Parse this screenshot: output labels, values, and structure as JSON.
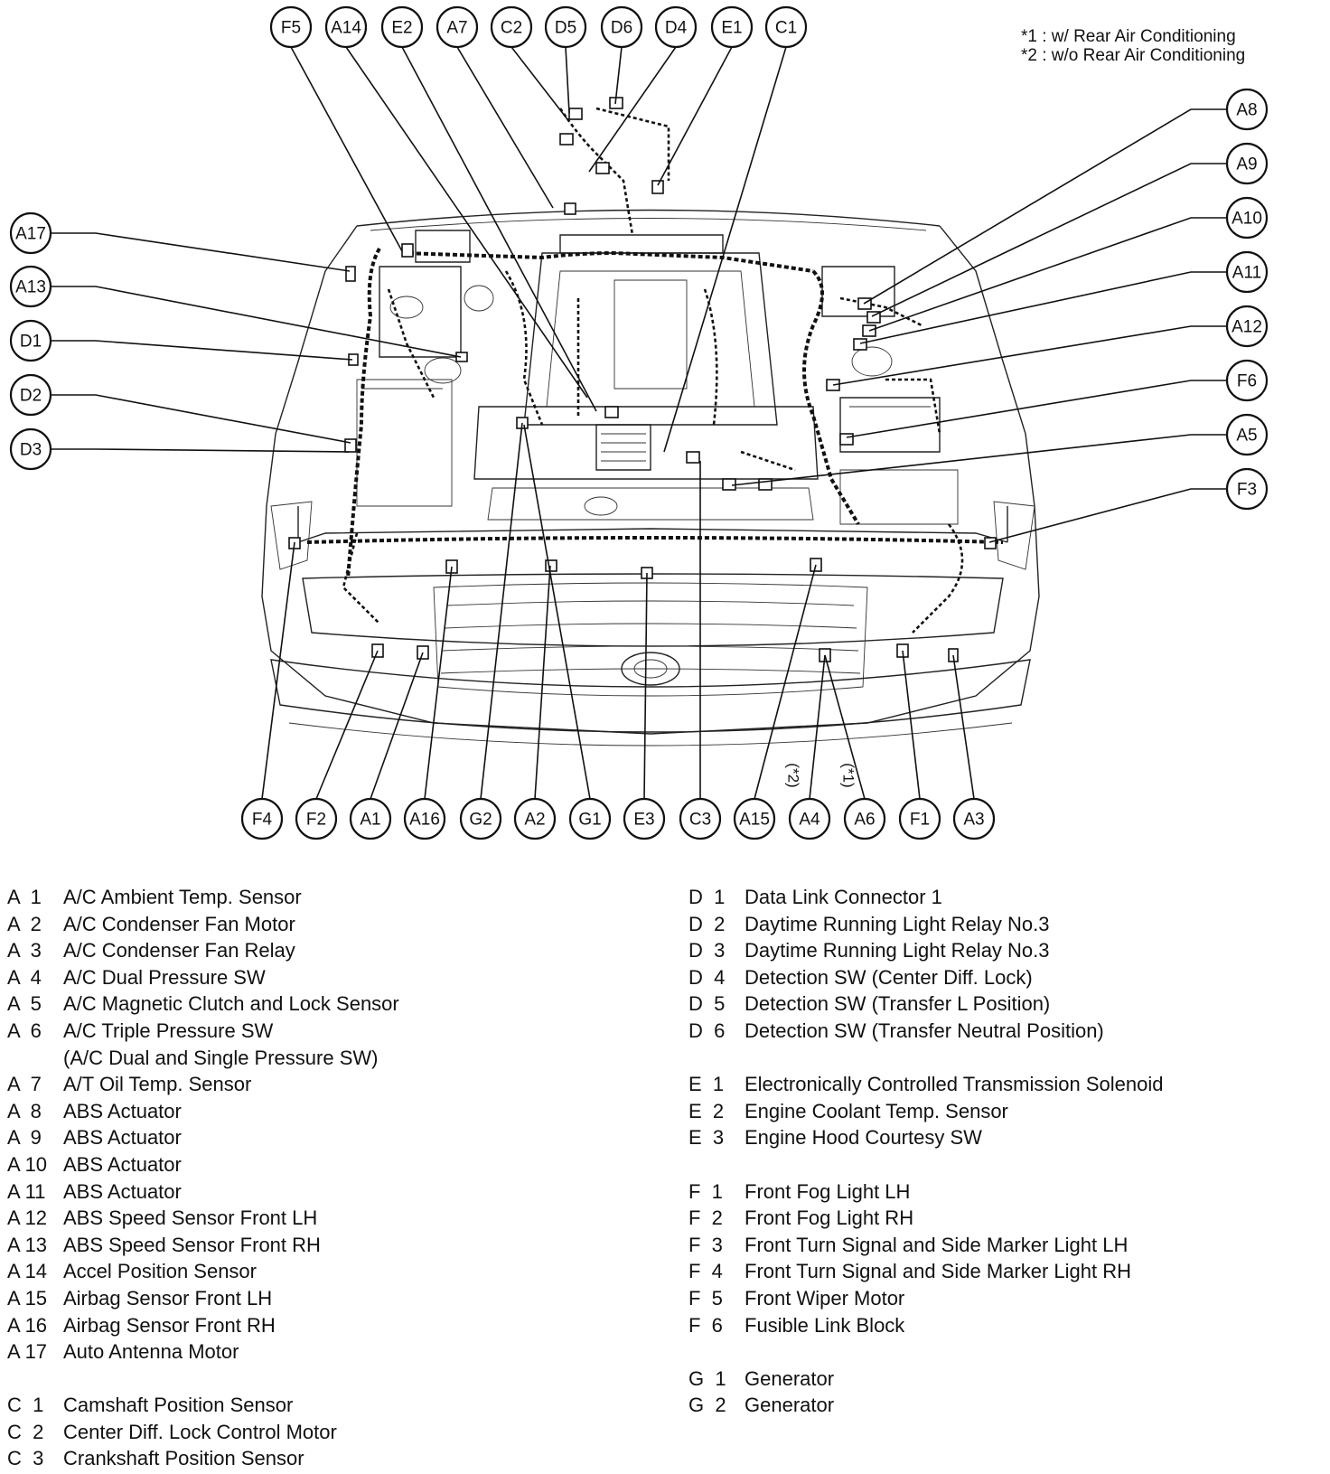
{
  "notes": [
    {
      "mark": "*1",
      "text": ": w/ Rear Air Conditioning"
    },
    {
      "mark": "*2",
      "text": ": w/o Rear Air Conditioning"
    }
  ],
  "callouts": {
    "top": [
      "F5",
      "A14",
      "E2",
      "A7",
      "C2",
      "D5",
      "D6",
      "D4",
      "E1",
      "C1"
    ],
    "left": [
      "A17",
      "A13",
      "D1",
      "D2",
      "D3"
    ],
    "right": [
      "A8",
      "A9",
      "A10",
      "A11",
      "A12",
      "F6",
      "A5",
      "F3"
    ],
    "bottom": [
      "F4",
      "F2",
      "A1",
      "A16",
      "G2",
      "A2",
      "G1",
      "E3",
      "C3",
      "A15",
      "A4",
      "A6",
      "F1",
      "A3"
    ]
  },
  "callout_marks": {
    "A4": "(*2)",
    "A6": "(*1)"
  },
  "legend_left": [
    {
      "code": "A  1",
      "desc": "A/C Ambient Temp. Sensor"
    },
    {
      "code": "A  2",
      "desc": "A/C Condenser Fan Motor"
    },
    {
      "code": "A  3",
      "desc": "A/C Condenser Fan Relay"
    },
    {
      "code": "A  4",
      "desc": "A/C Dual Pressure SW"
    },
    {
      "code": "A  5",
      "desc": "A/C Magnetic Clutch and Lock Sensor"
    },
    {
      "code": "A  6",
      "desc": "A/C Triple Pressure SW"
    },
    {
      "code": "",
      "desc": "(A/C Dual and Single Pressure SW)"
    },
    {
      "code": "A  7",
      "desc": "A/T Oil Temp. Sensor"
    },
    {
      "code": "A  8",
      "desc": "ABS Actuator"
    },
    {
      "code": "A  9",
      "desc": "ABS Actuator"
    },
    {
      "code": "A 10",
      "desc": "ABS Actuator"
    },
    {
      "code": "A 11",
      "desc": "ABS Actuator"
    },
    {
      "code": "A 12",
      "desc": "ABS Speed Sensor Front LH"
    },
    {
      "code": "A 13",
      "desc": "ABS Speed Sensor Front RH"
    },
    {
      "code": "A 14",
      "desc": "Accel Position Sensor"
    },
    {
      "code": "A 15",
      "desc": "Airbag Sensor Front LH"
    },
    {
      "code": "A 16",
      "desc": "Airbag Sensor Front RH"
    },
    {
      "code": "A 17",
      "desc": "Auto Antenna Motor"
    },
    {
      "code": "",
      "desc": ""
    },
    {
      "code": "C  1",
      "desc": "Camshaft Position Sensor"
    },
    {
      "code": "C  2",
      "desc": "Center Diff. Lock Control Motor"
    },
    {
      "code": "C  3",
      "desc": "Crankshaft Position Sensor"
    }
  ],
  "legend_right": [
    {
      "code": "D  1",
      "desc": "Data Link Connector 1"
    },
    {
      "code": "D  2",
      "desc": "Daytime Running Light Relay No.3"
    },
    {
      "code": "D  3",
      "desc": "Daytime Running Light Relay No.3"
    },
    {
      "code": "D  4",
      "desc": "Detection SW (Center Diff. Lock)"
    },
    {
      "code": "D  5",
      "desc": "Detection SW (Transfer L Position)"
    },
    {
      "code": "D  6",
      "desc": "Detection SW (Transfer Neutral Position)"
    },
    {
      "code": "",
      "desc": ""
    },
    {
      "code": "E  1",
      "desc": "Electronically Controlled Transmission Solenoid"
    },
    {
      "code": "E  2",
      "desc": "Engine Coolant Temp. Sensor"
    },
    {
      "code": "E  3",
      "desc": "Engine Hood Courtesy SW"
    },
    {
      "code": "",
      "desc": ""
    },
    {
      "code": "F  1",
      "desc": "Front Fog Light LH"
    },
    {
      "code": "F  2",
      "desc": "Front Fog Light RH"
    },
    {
      "code": "F  3",
      "desc": "Front Turn Signal and Side Marker Light LH"
    },
    {
      "code": "F  4",
      "desc": "Front Turn Signal and Side Marker Light RH"
    },
    {
      "code": "F  5",
      "desc": "Front Wiper Motor"
    },
    {
      "code": "F  6",
      "desc": "Fusible Link Block"
    },
    {
      "code": "",
      "desc": ""
    },
    {
      "code": "G  1",
      "desc": "Generator"
    },
    {
      "code": "G  2",
      "desc": "Generator"
    }
  ]
}
